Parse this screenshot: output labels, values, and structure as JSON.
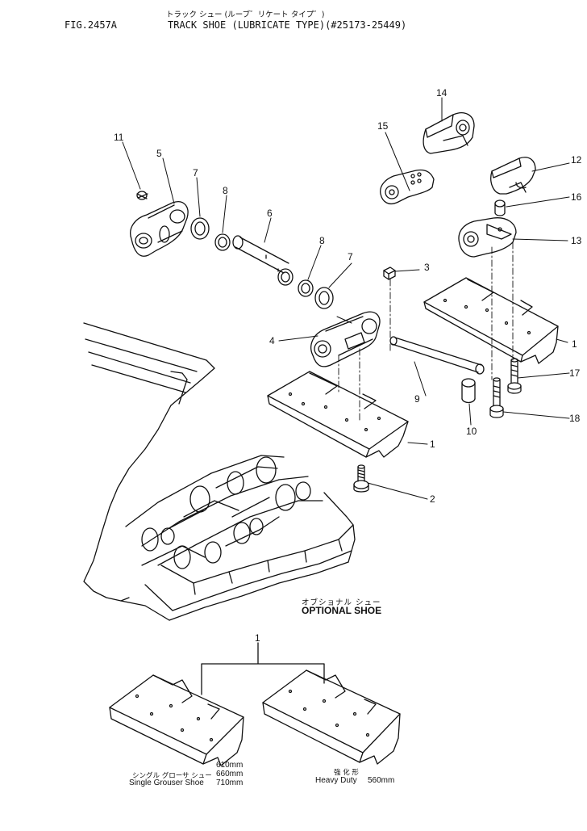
{
  "header": {
    "fig_no": "FIG.2457A",
    "title_jp": "トラック シュー (ルーブ゛リケート タイプ゛)",
    "title_en": "TRACK SHOE (LUBRICATE TYPE)(#25173-25449)"
  },
  "part_numbers": [
    "11",
    "5",
    "7",
    "8",
    "6",
    "8",
    "7",
    "3",
    "4",
    "15",
    "14",
    "12",
    "16",
    "13",
    "1",
    "9",
    "10",
    "17",
    "18",
    "1",
    "2",
    "1"
  ],
  "optional": {
    "jp": "オブショナル シュー",
    "en": "OPTIONAL SHOE"
  },
  "single": {
    "jp": "シングル グローサ シュー",
    "en": "Single Grouser Shoe",
    "sizes": [
      "610mm",
      "660mm",
      "710mm"
    ]
  },
  "heavy": {
    "jp": "強 化 形",
    "en": "Heavy Duty",
    "size": "560mm"
  }
}
